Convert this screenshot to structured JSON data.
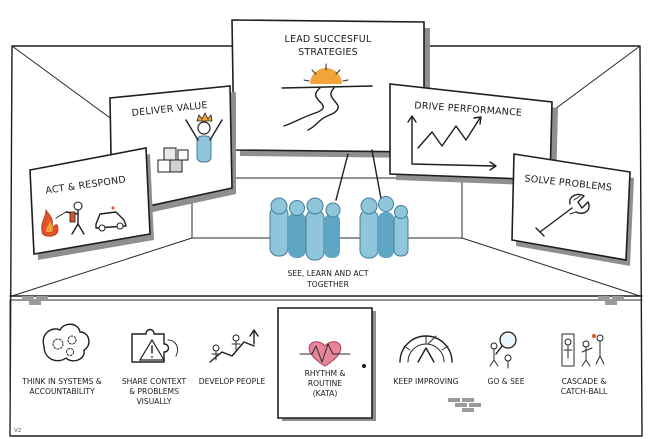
{
  "center": {
    "title_lines": [
      "LEAD SUCCESFUL",
      "STRATEGIES"
    ],
    "team_lines": [
      "SEE, LEARN AND ACT",
      "TOGETHER"
    ]
  },
  "boards": {
    "deliver_value": "DELIVER VALUE",
    "drive_performance": "DRIVE PERFORMANCE",
    "act_respond": "ACT & RESPOND",
    "solve_problems": "SOLVE PROBLEMS"
  },
  "practices": [
    {
      "icon": "brain-gears-icon",
      "lines": [
        "THINK IN SYSTEMS &",
        "ACCOUNTABILITY"
      ]
    },
    {
      "icon": "puzzle-warning-icon",
      "lines": [
        "SHARE CONTEXT",
        "& PROBLEMS",
        "VISUALLY"
      ]
    },
    {
      "icon": "climbing-people-icon",
      "lines": [
        "DEVELOP PEOPLE"
      ]
    },
    {
      "icon": "heartbeat-door-icon",
      "lines": [
        "RHYTHM &",
        "ROUTINE",
        "(KATA)"
      ]
    },
    {
      "icon": "improvement-dome-icon",
      "lines": [
        "KEEP IMPROVING"
      ]
    },
    {
      "icon": "magnifier-person-icon",
      "lines": [
        "GO & SEE"
      ]
    },
    {
      "icon": "catchball-people-icon",
      "lines": [
        "CASCADE &",
        "CATCH-BALL"
      ]
    }
  ],
  "signature": "V2",
  "colors": {
    "ink": "#1e1e1e",
    "accent_blue": "#8fc6dc",
    "fire": "#e0522a",
    "sun": "#f2a33a",
    "heart": "#d94a64"
  }
}
